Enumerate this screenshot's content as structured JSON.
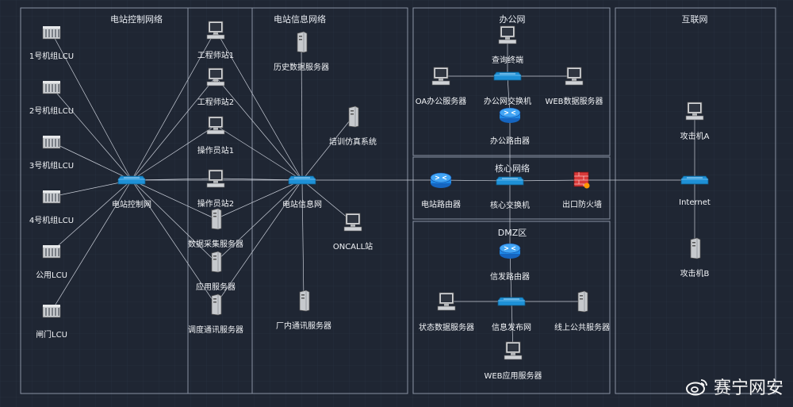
{
  "zones": {
    "control": "电站控制网络",
    "info": "电站信息网络",
    "office": "办公网",
    "core": "核心网络",
    "dmz": "DMZ区",
    "internet": "互联网"
  },
  "nodes": {
    "lcu1": "1号机组LCU",
    "lcu2": "2号机组LCU",
    "lcu3": "3号机组LCU",
    "lcu4": "4号机组LCU",
    "lcu_public": "公用LCU",
    "lcu_gate": "闸门LCU",
    "control_switch": "电站控制网",
    "eng1": "工程师站1",
    "eng2": "工程师站2",
    "op1": "操作员站1",
    "op2": "操作员站2",
    "data_acq": "数据采集服务器",
    "app_server": "应用服务器",
    "dispatch_server": "调度通讯服务器",
    "history_server": "历史数据服务器",
    "training": "培训仿真系统",
    "info_switch": "电站信息网",
    "oncall": "ONCALL站",
    "plant_comm": "厂内通讯服务器",
    "query": "查询终端",
    "oa": "OA办公服务器",
    "office_switch": "办公网交换机",
    "web_db": "WEB数据服务器",
    "office_router": "办公路由器",
    "station_router": "电站路由器",
    "core_switch": "核心交换机",
    "firewall": "出口防火墙",
    "pub_router": "信发路由器",
    "status_server": "状态数据服务器",
    "pub_switch": "信息发布网",
    "online_server": "线上公共服务器",
    "web_app": "WEB应用服务器",
    "internet": "Internet",
    "attacker_a": "攻击机A",
    "attacker_b": "攻击机B"
  },
  "watermark": "赛宁网安",
  "colors": {
    "background": "#1f2633",
    "zone_border": "#8a93a3",
    "link": "#c9ced8",
    "switch": "#1e90d6",
    "router": "#1e88e5",
    "firewall": "#d93a3a"
  }
}
